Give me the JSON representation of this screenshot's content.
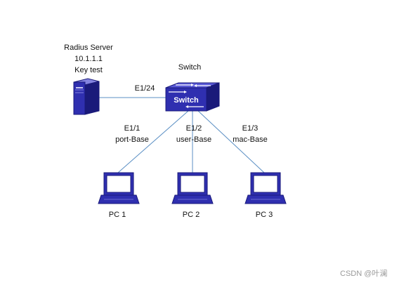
{
  "server": {
    "name": "Radius Server",
    "ip": "10.1.1.1",
    "key": "Key test",
    "port_label": "E1/24"
  },
  "switch": {
    "title": "Switch",
    "icon_text": "Switch"
  },
  "ports": [
    {
      "port": "E1/1",
      "mode": "port-Base"
    },
    {
      "port": "E1/2",
      "mode": "user-Base"
    },
    {
      "port": "E1/3",
      "mode": "mac-Base"
    }
  ],
  "pcs": [
    "PC 1",
    "PC 2",
    "PC 3"
  ],
  "watermark": "CSDN @叶澜",
  "colors": {
    "device_blue": "#2f2fb0",
    "device_dark": "#1a1a7a",
    "link_line": "#5b8fc4"
  }
}
